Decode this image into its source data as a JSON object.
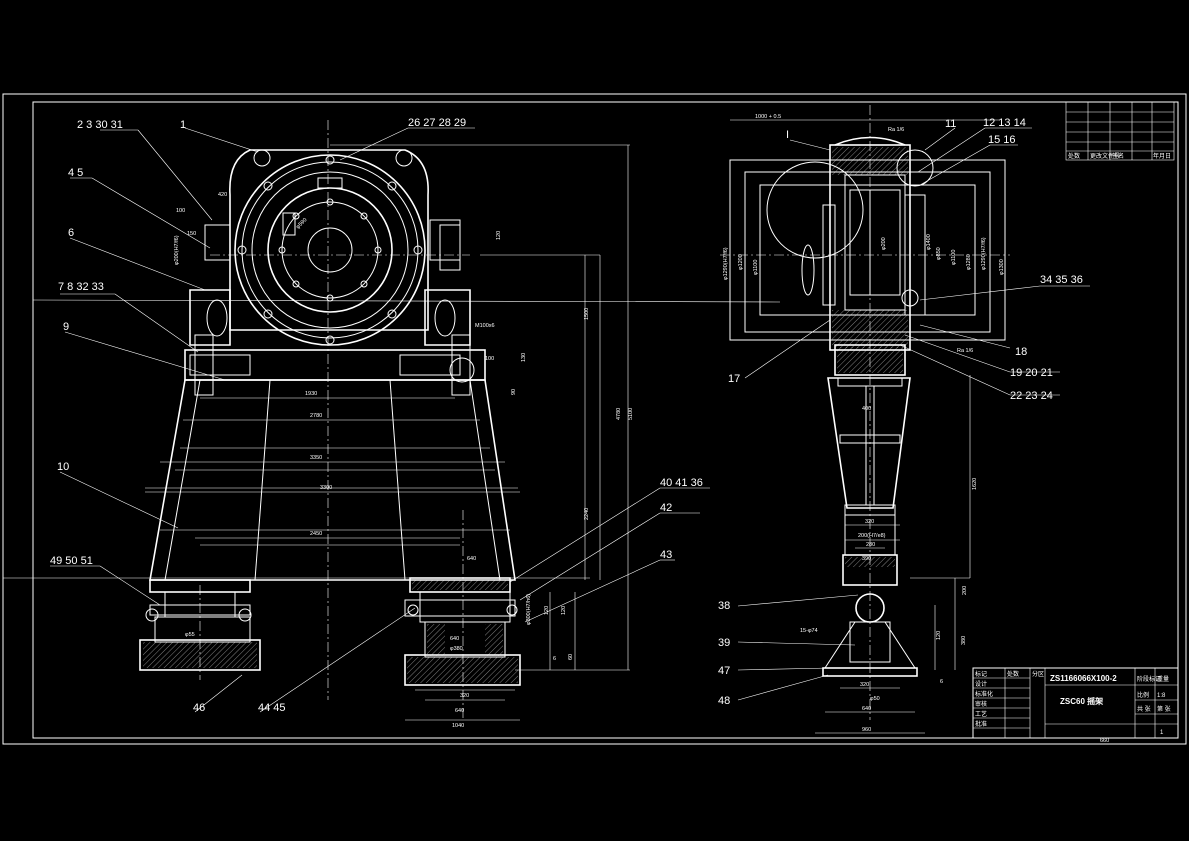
{
  "colors": {
    "background": "#000000",
    "lines": "#ffffff"
  },
  "balloons": {
    "front": [
      "1",
      "2 3 30 31",
      "26 27 28 29",
      "4 5",
      "6",
      "7 8 32 33",
      "9",
      "10",
      "49 50 51",
      "46",
      "44 45",
      "40 41 36",
      "42",
      "43"
    ],
    "side": [
      "11",
      "12 13 14",
      "15 16",
      "34 35 36",
      "18",
      "19 20 21",
      "22 23 24",
      "17",
      "38",
      "39",
      "47",
      "48",
      "I"
    ]
  },
  "dimensions": {
    "front": [
      "1930",
      "2780",
      "3350",
      "3300",
      "2450",
      "1500",
      "2240",
      "4780",
      "5100",
      "420",
      "100",
      "150",
      "130",
      "100",
      "120",
      "90",
      "640",
      "640",
      "640",
      "320",
      "1040",
      "120",
      "60",
      "6",
      "φ590",
      "φ200(H7/f6)",
      "M100x6",
      "φ300(H7/h6)",
      "φ55",
      "120",
      "φ380"
    ],
    "side": [
      "1000 + 0.5",
      "Ra 1/6",
      "Ra 1/6",
      "φ1290(H7/f6)",
      "φ1200",
      "φ1100",
      "φ1290(H7/f6)",
      "φ1280",
      "φ1100",
      "φ850",
      "φ200",
      "φ1300",
      "φ1400",
      "400",
      "320",
      "280",
      "200(H7/e8)",
      "390",
      "15-φ74",
      "1620",
      "200",
      "120",
      "380",
      "φ50",
      "320",
      "640",
      "960",
      "6",
      "660"
    ]
  },
  "title_block": {
    "drawing_number": "ZS1166066X100-2",
    "title": "ZSC60 摇架",
    "labels": [
      "标记",
      "处数",
      "分区",
      "更改文件号",
      "签名",
      "年月日",
      "设计",
      "标准化",
      "审核",
      "工艺",
      "批准",
      "阶段标记",
      "重量",
      "比例",
      "共 张",
      "第 张"
    ],
    "scale": "1:8",
    "sheet": "1"
  },
  "revision_table": {
    "headers": [
      "处数",
      "更改文件号",
      "签名",
      "年月日"
    ]
  }
}
